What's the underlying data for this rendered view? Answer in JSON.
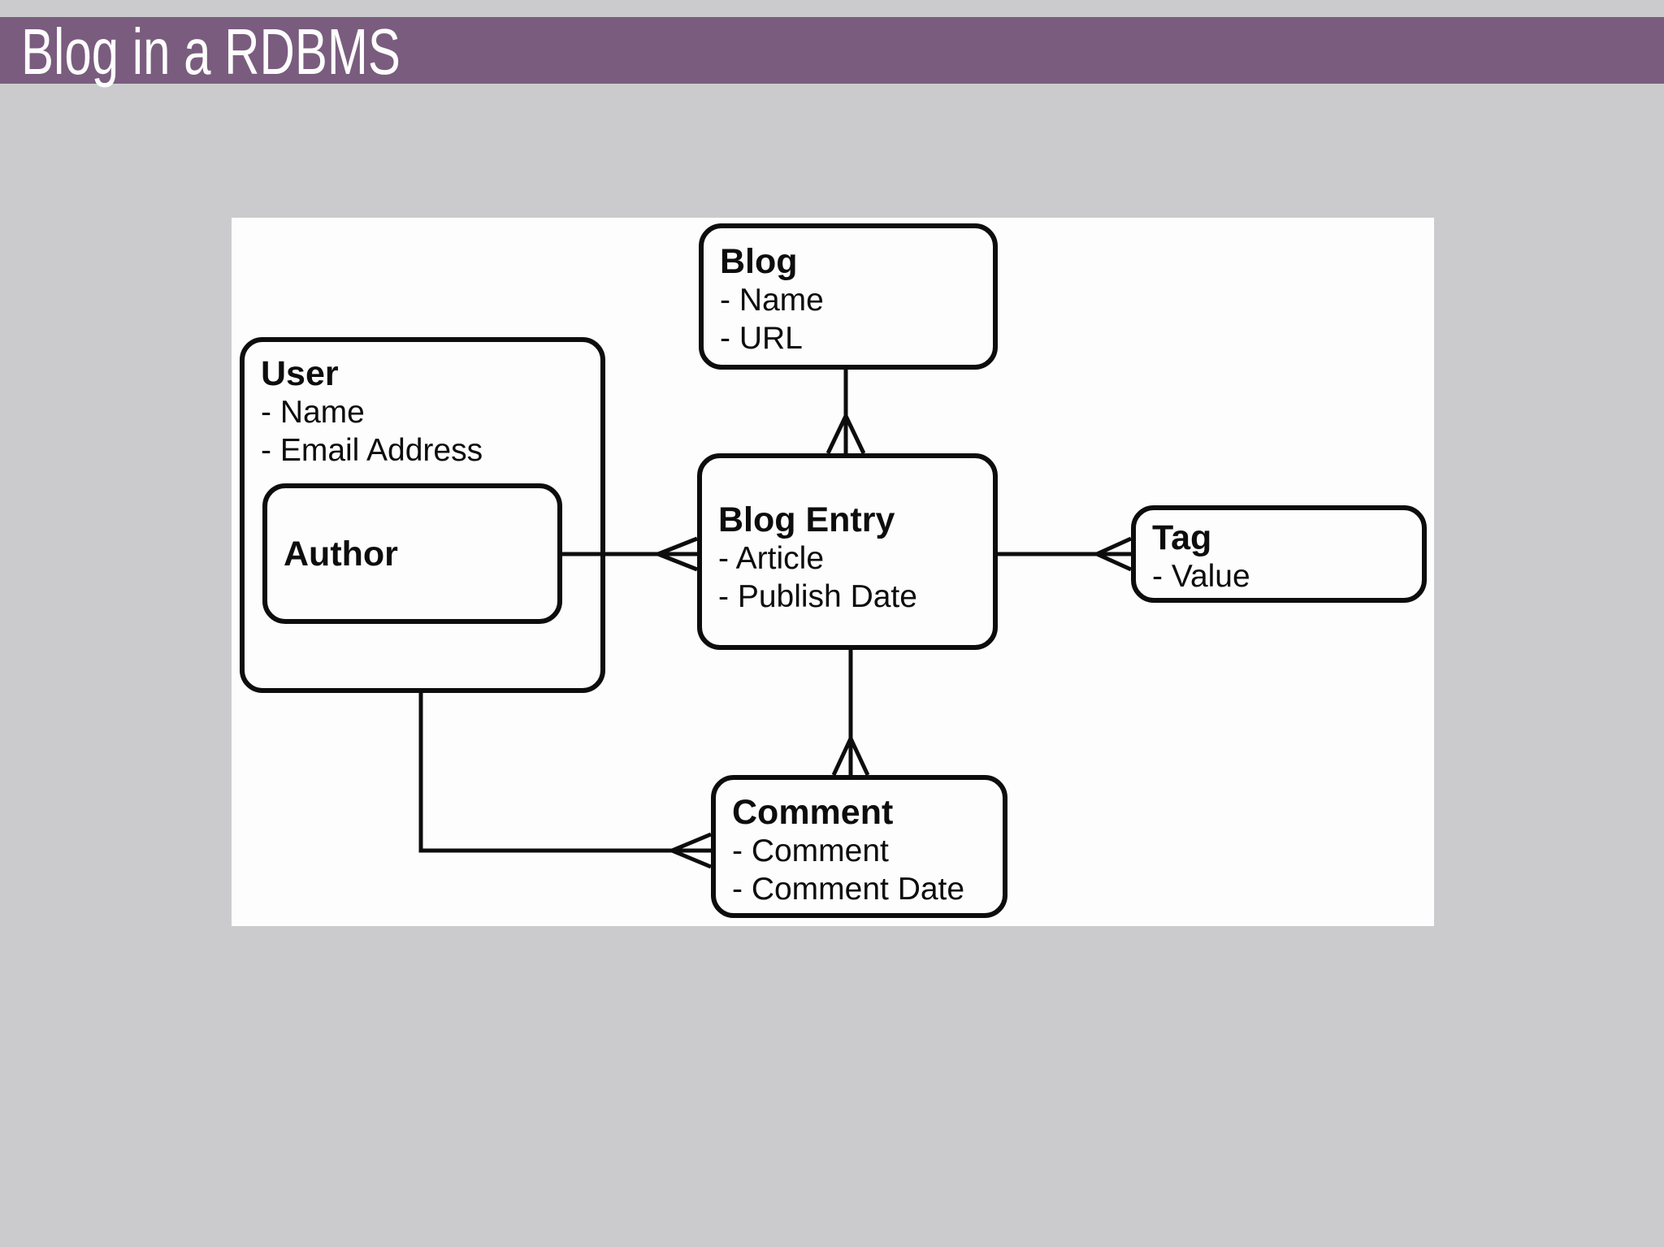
{
  "slide": {
    "title": "Blog in a RDBMS"
  },
  "theme": {
    "header_bar_color": "#7a5c7f",
    "page_background_color": "#cbcbce",
    "canvas_background_color": "#fdfdfd",
    "line_color": "#0d0d0d",
    "title_text_color": "#fdfdfd",
    "text_color": "#0d0d0d"
  },
  "diagram": {
    "type": "entity-relationship",
    "entities": [
      {
        "id": "blog",
        "title": "Blog",
        "attributes": [
          "- Name",
          "- URL"
        ]
      },
      {
        "id": "user",
        "title": "User",
        "attributes": [
          "- Name",
          "- Email Address"
        ]
      },
      {
        "id": "author",
        "title": "Author",
        "attributes": []
      },
      {
        "id": "blog_entry",
        "title": "Blog Entry",
        "attributes": [
          "- Article",
          "- Publish Date"
        ]
      },
      {
        "id": "tag",
        "title": "Tag",
        "attributes": [
          "- Value"
        ]
      },
      {
        "id": "comment",
        "title": "Comment",
        "attributes": [
          "- Comment",
          "- Comment Date"
        ]
      }
    ],
    "relationships": [
      {
        "from": "Blog",
        "to": "Blog Entry",
        "cardinality": "one-to-many",
        "many_side": "Blog Entry"
      },
      {
        "from": "Author",
        "to": "Blog Entry",
        "cardinality": "one-to-many",
        "many_side": "Blog Entry"
      },
      {
        "from": "Blog Entry",
        "to": "Tag",
        "cardinality": "one-to-many",
        "many_side": "Tag"
      },
      {
        "from": "Blog Entry",
        "to": "Comment",
        "cardinality": "one-to-many",
        "many_side": "Comment"
      },
      {
        "from": "User",
        "to": "Comment",
        "cardinality": "one-to-many",
        "many_side": "Comment"
      }
    ]
  }
}
